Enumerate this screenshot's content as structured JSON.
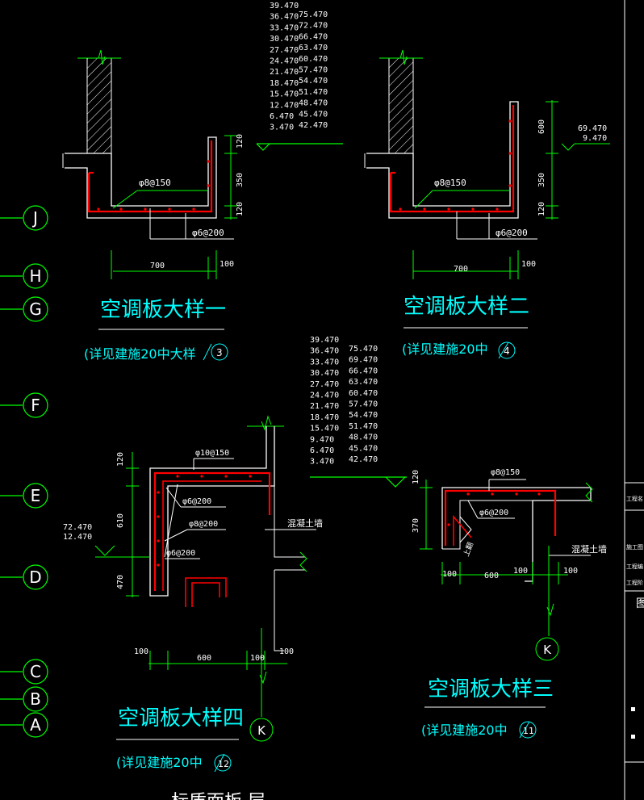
{
  "grid_axes": [
    "J",
    "H",
    "G",
    "F",
    "E",
    "D",
    "C",
    "B",
    "A"
  ],
  "elev_table_top": {
    "col1": [
      "39.470",
      "36.470",
      "33.470",
      "30.470",
      "27.470",
      "24.470",
      "21.470",
      "18.470",
      "15.470",
      "12.470",
      "6.470",
      "3.470"
    ],
    "col2": [
      "75.470",
      "72.470",
      "66.470",
      "63.470",
      "60.470",
      "57.470",
      "54.470",
      "51.470",
      "48.470",
      "45.470",
      "42.470"
    ]
  },
  "elev_table_mid": {
    "col1": [
      "39.470",
      "36.470",
      "33.470",
      "30.470",
      "27.470",
      "24.470",
      "21.470",
      "18.470",
      "15.470",
      "9.470",
      "6.470",
      "3.470"
    ],
    "col2": [
      "75.470",
      "69.470",
      "66.470",
      "63.470",
      "60.470",
      "57.470",
      "54.470",
      "51.470",
      "48.470",
      "45.470",
      "42.470"
    ]
  },
  "detail1": {
    "title": "空调板大样一",
    "ref": "(详见建施20中大样",
    "ref_num": "3",
    "rebar_top": "φ8@150",
    "rebar_bottom": "φ6@200",
    "dims": [
      "120",
      "350",
      "120"
    ],
    "width": "700",
    "edge": "100"
  },
  "detail2": {
    "title": "空调板大样二",
    "ref": "(详见建施20中",
    "ref_num": "4",
    "rebar_top": "φ8@150",
    "rebar_bottom": "φ6@200",
    "dims": [
      "600",
      "350",
      "120"
    ],
    "width": "700",
    "edge": "100",
    "elev_a": "69.470",
    "elev_b": "9.470"
  },
  "detail3": {
    "title": "空调板大样三",
    "ref": "(详见建施20中",
    "ref_num": "11",
    "rebar_top": "φ8@150",
    "rebar_mid": "φ6@200",
    "dim_v": "370",
    "dim_top": "120",
    "width": "600",
    "edge_l": "100",
    "edge_r": "100",
    "edge_r2": "100",
    "wall_label": "混凝土墙",
    "slab_label": "上翻",
    "axis": "K"
  },
  "detail4": {
    "title": "空调板大样四",
    "ref": "(详见建施20中",
    "ref_num": "12",
    "rebar_top": "φ10@150",
    "rebar_a": "φ6@200",
    "rebar_b": "φ8@200",
    "rebar_c": "φ6@200",
    "dims": [
      "120",
      "610",
      "470"
    ],
    "width": "600",
    "edge_l": "100",
    "edge_r": "100",
    "edge_r2": "100",
    "elev_a": "72.470",
    "elev_b": "12.470",
    "wall_label": "混凝土墙",
    "axis": "K"
  },
  "bottom_text": "标质面板 层",
  "titleblock": {
    "r1": "工程名",
    "r2": "施工图",
    "r3": "工程编",
    "r4": "工程阶",
    "r5": "图"
  },
  "colors": {
    "bg": "#000000",
    "green": "#00ff00",
    "cyan": "#00ffff",
    "white": "#ffffff",
    "red": "#ff0000"
  }
}
